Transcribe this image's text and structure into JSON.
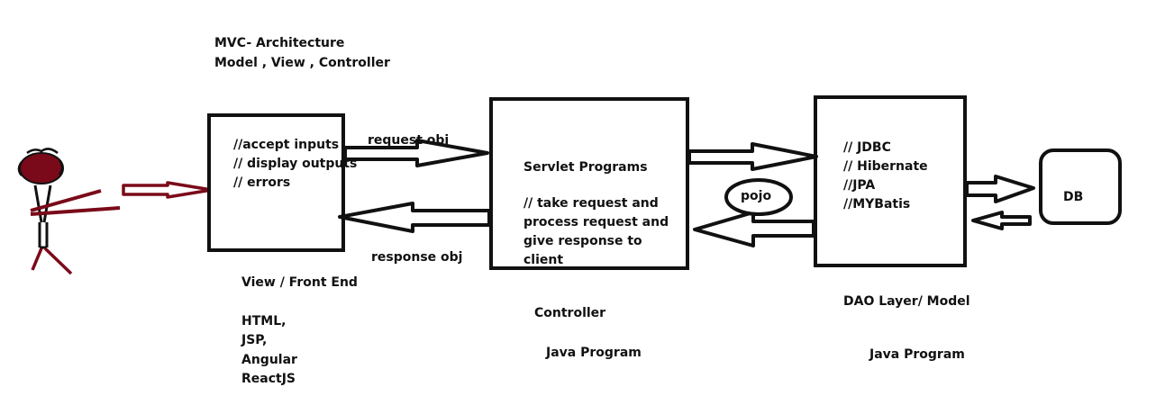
{
  "title": {
    "line1": "MVC- Architecture",
    "line2": "Model , View , Controller"
  },
  "colors": {
    "ink": "#111111",
    "accent": "#7a0a19"
  },
  "view_box": {
    "line1": "//accept inputs",
    "line2": "// display outputs",
    "line3": "// errors"
  },
  "view_caption": {
    "heading": "View / Front End",
    "tech": [
      "HTML,",
      "JSP,",
      "Angular",
      "ReactJS"
    ]
  },
  "arrows": {
    "request": "request obj",
    "response": "response obj",
    "pojo": "pojo"
  },
  "servlet_box": {
    "title": "Servlet Programs",
    "desc": [
      "// take request and",
      "process request and",
      "give response to",
      "client"
    ]
  },
  "controller_caption": {
    "label": "Controller",
    "sub": "Java Program"
  },
  "dao_box": {
    "items": [
      "// JDBC",
      "// Hibernate",
      "//JPA",
      "//MYBatis"
    ]
  },
  "dao_caption": {
    "label": "DAO Layer/ Model",
    "sub": "Java Program"
  },
  "db_box": {
    "label": "DB"
  }
}
